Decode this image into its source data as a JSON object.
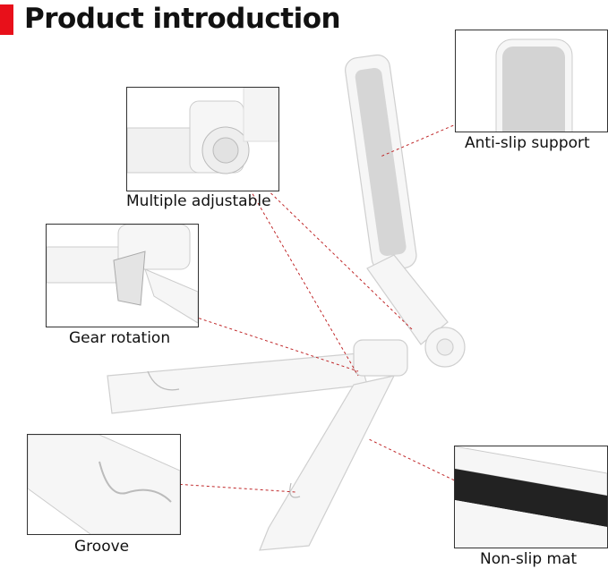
{
  "title": "Product introduction",
  "callouts": {
    "adjustable": "Multiple adjustable",
    "anti_slip": "Anti-slip support",
    "gear": "Gear rotation",
    "groove": "Groove",
    "non_slip": "Non-slip mat"
  },
  "colors": {
    "accent": "#e8101a",
    "leader": "#c0282a",
    "product": "#f4f4f4",
    "pad": "#d0d0d0"
  }
}
